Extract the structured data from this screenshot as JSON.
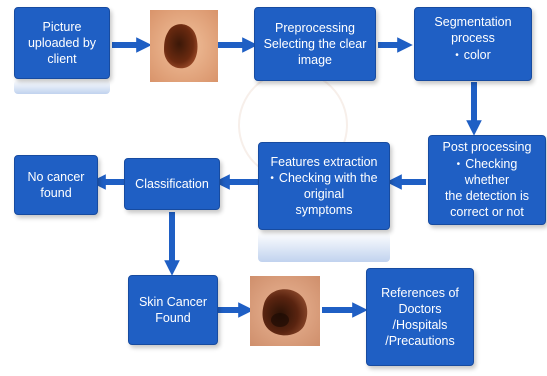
{
  "colors": {
    "box_fill": "#1f5fc4",
    "box_border": "#174ba0",
    "arrow": "#1f5fc4",
    "box_text": "#ffffff"
  },
  "nodes": {
    "picture_upload": {
      "lines": [
        "Picture",
        "uploaded by",
        "client"
      ]
    },
    "preprocessing": {
      "lines": [
        "Preprocessing",
        "Selecting the clear",
        "image"
      ]
    },
    "segmentation": {
      "lines": [
        "Segmentation",
        "process"
      ],
      "bullets": [
        "color"
      ]
    },
    "post_processing": {
      "lines": [
        "Post processing"
      ],
      "bullets": [
        "Checking whether"
      ],
      "continuation": [
        "the detection is",
        "correct or not"
      ]
    },
    "features_extraction": {
      "lines": [
        "Features extraction"
      ],
      "bullets": [
        "Checking with the"
      ],
      "continuation": [
        "original",
        "symptoms"
      ]
    },
    "classification": {
      "lines": [
        "Classification"
      ]
    },
    "no_cancer": {
      "lines": [
        "No cancer",
        "found"
      ]
    },
    "skin_cancer_found": {
      "lines": [
        "Skin Cancer",
        "Found"
      ]
    },
    "references": {
      "lines": [
        "References of",
        "Doctors",
        "/Hospitals",
        "/Precautions"
      ]
    }
  },
  "images": {
    "lesion_photo_1": {
      "icon": "skin-lesion-photo"
    },
    "lesion_photo_2": {
      "icon": "skin-lesion-photo"
    }
  }
}
